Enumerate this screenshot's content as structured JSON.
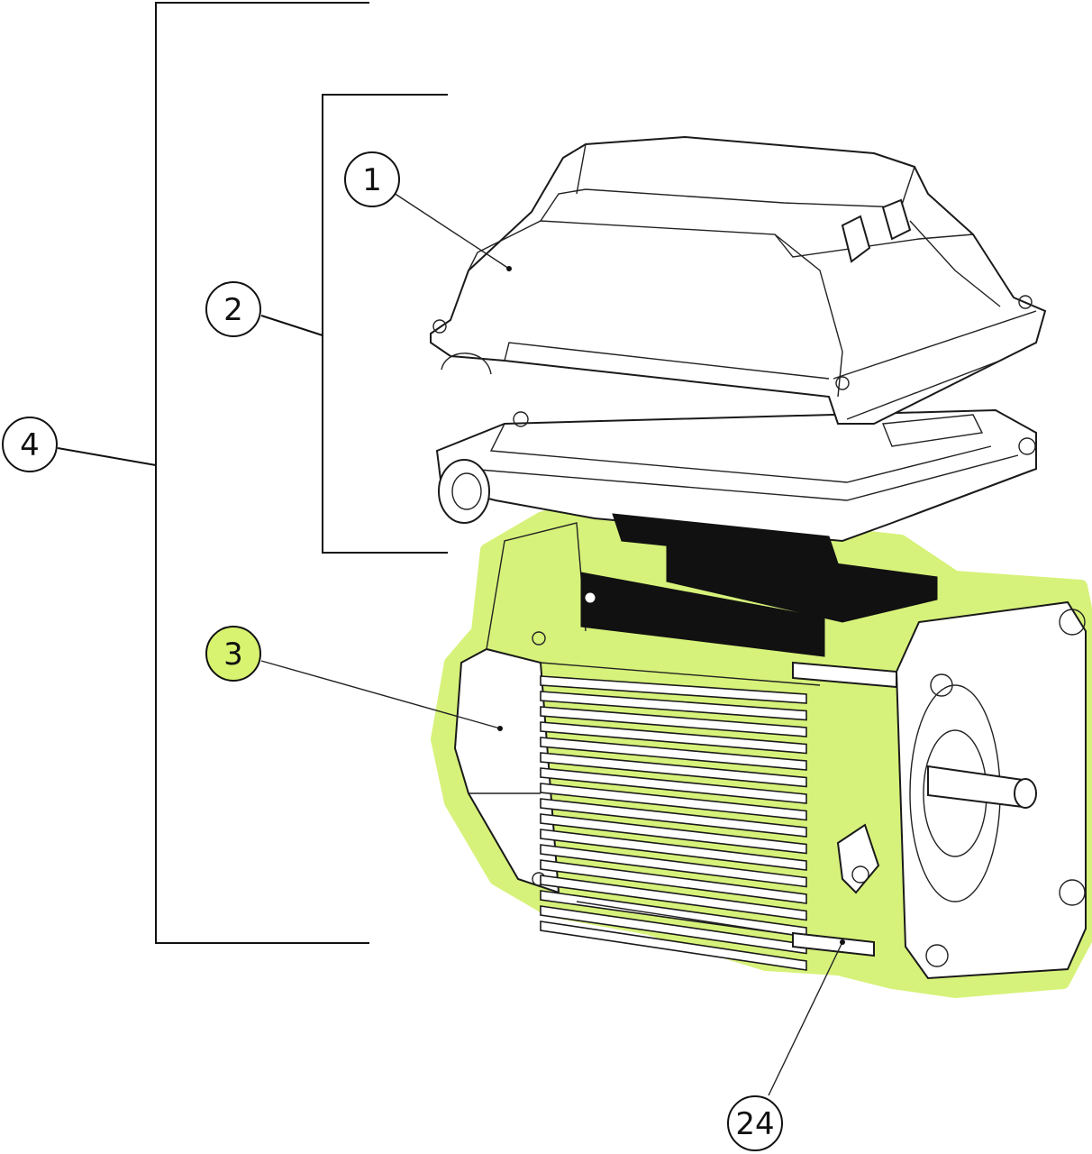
{
  "diagram": {
    "callouts": [
      {
        "id": "1",
        "label": "1",
        "highlighted": false
      },
      {
        "id": "2",
        "label": "2",
        "highlighted": false
      },
      {
        "id": "3",
        "label": "3",
        "highlighted": true
      },
      {
        "id": "4",
        "label": "4",
        "highlighted": false
      },
      {
        "id": "24",
        "label": "24",
        "highlighted": false
      }
    ],
    "colors": {
      "highlight": "#d7f27a",
      "highlight_callout": "#d8f36f",
      "line": "#111111",
      "background": "#ffffff"
    }
  }
}
